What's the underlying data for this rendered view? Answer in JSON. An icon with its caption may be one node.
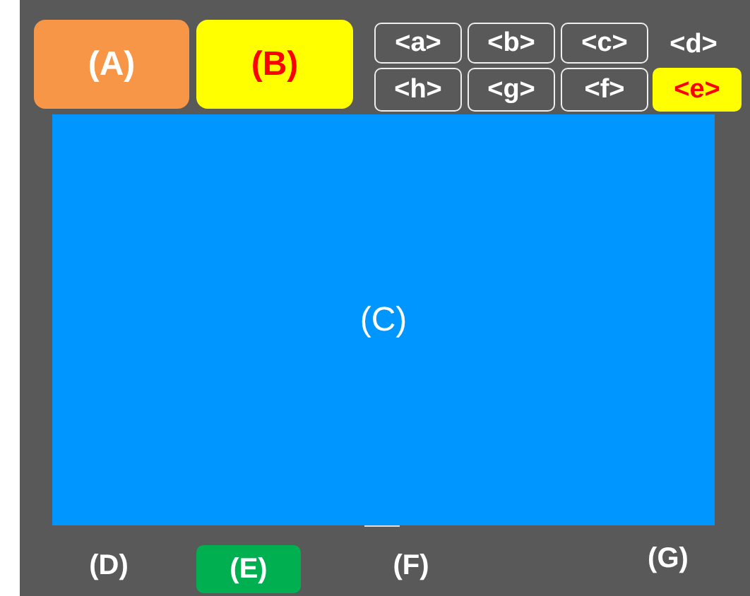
{
  "diagram": {
    "nodes": [
      {
        "text": [
          "(A)"
        ]
      },
      {
        "text": [
          "(B)"
        ]
      },
      {
        "text": [
          "<a>"
        ]
      },
      {
        "text": [
          "<b>"
        ]
      },
      {
        "text": [
          "<c>"
        ]
      },
      {
        "text": [
          "<h>"
        ]
      },
      {
        "text": [
          "<g>"
        ]
      },
      {
        "text": [
          "<f>"
        ]
      },
      {
        "text": [
          "<e>"
        ]
      },
      {
        "text": [
          "(C)"
        ]
      },
      {
        "text": [
          "(E)"
        ]
      }
    ],
    "labels": [
      "<d>",
      "(D)",
      "(F)",
      "(G)"
    ]
  }
}
